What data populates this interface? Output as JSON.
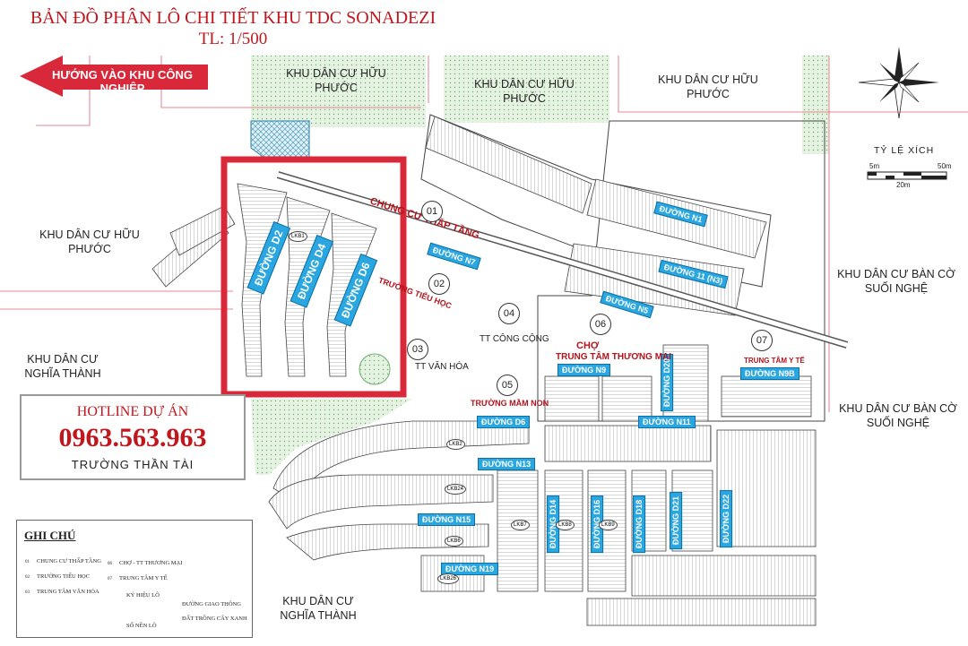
{
  "title": {
    "line1": "BẢN ĐỒ PHÂN LÔ CHI TIẾT KHU TDC SONADEZI",
    "line2": "TL: 1/500"
  },
  "direction_arrow": "HƯỚNG VÀO KHU CÔNG NGHIỆP",
  "zones": {
    "huu_phuoc_1": "KHU DÂN CƯ HỮU PHƯỚC",
    "huu_phuoc_2": "KHU DÂN CƯ HỮU PHƯỚC",
    "huu_phuoc_3": "KHU DÂN CƯ HỮU PHƯỚC",
    "huu_phuoc_left": "KHU DÂN CƯ HỮU PHƯỚC",
    "ban_co_1a": "KHU DÂN CƯ BÀN CỜ",
    "ban_co_1b": "SUỐI NGHỆ",
    "ban_co_2a": "KHU DÂN CƯ BÀN CỜ",
    "ban_co_2b": "SUỐI NGHỆ",
    "nghia_thanh_1a": "KHU DÂN CƯ",
    "nghia_thanh_1b": "NGHĨA THÀNH",
    "nghia_thanh_2a": "KHU DÂN CƯ",
    "nghia_thanh_2b": "NGHĨA THÀNH"
  },
  "roads": {
    "d2": "ĐƯỜNG D2",
    "d4": "ĐƯỜNG D4",
    "d6": "ĐƯỜNG D6",
    "n1": "ĐƯỜNG N1",
    "n7": "ĐƯỜNG N7",
    "n11": "ĐƯỜNG 11 (N3)",
    "n5": "ĐƯỜNG N5",
    "n9": "ĐƯỜNG N9",
    "n9b": "ĐƯỜNG N9B",
    "d20": "ĐƯỜNG D20",
    "d6b": "ĐƯỜNG D6",
    "n11b": "ĐƯỜNG N11",
    "n13": "ĐƯỜNG N13",
    "n15": "ĐƯỜNG N15",
    "n19": "ĐƯỜNG N19",
    "d14": "ĐƯỜNG D14",
    "d16": "ĐƯỜNG D16",
    "d18": "ĐƯỜNG D18",
    "d21": "ĐƯỜNG D21",
    "d22": "ĐƯỜNG D22"
  },
  "facilities": {
    "chung_cu": "CHUNG CƯ THẤP TẦNG",
    "truong_tieu_hoc": "TRƯỜNG TIỂU HỌC",
    "tt_cong_cong": "TT CÔNG CỘNG",
    "tt_van_hoa": "TT VĂN HÓA",
    "truong_mam_non": "TRƯỜNG MẦM NON",
    "cho": "CHỢ",
    "tt_thuong_mai": "TRUNG TÂM THƯƠNG MẠI",
    "trung_tam_y_te": "TRUNG TÂM Y TẾ"
  },
  "circle_numbers": [
    "01",
    "02",
    "03",
    "04",
    "05",
    "06",
    "07"
  ],
  "lot_labels": [
    "LKB1",
    "LKB2",
    "LKB24",
    "LKB7",
    "LKB8",
    "LKB9",
    "LKB6",
    "LKB26"
  ],
  "hotline": {
    "label": "HOTLINE DỰ ÁN",
    "phone": "0963.563.963",
    "name": "TRƯỜNG THẦN TÀI"
  },
  "legend": {
    "title": "GHI CHÚ",
    "items": [
      "CHUNG CƯ THẤP TẦNG",
      "TRƯỜNG TIỂU HỌC",
      "TRUNG TÂM VĂN HÓA",
      "CHỢ - TT THƯƠNG MẠI",
      "TRUNG TÂM Y TẾ",
      "KÝ HIỆU LÔ",
      "SỐ NỀN LÔ",
      "ĐƯỜNG GIAO THÔNG",
      "ĐẤT TRỒNG CÂY XANH"
    ],
    "codes": [
      "01",
      "02",
      "03",
      "06",
      "07"
    ]
  },
  "scale": {
    "title": "TỶ LỆ XÍCH",
    "t1": "5m",
    "t2": "50m",
    "t3": "20m"
  },
  "colors": {
    "road_blue": "#2aa6e0",
    "highlight_red": "#d8283a",
    "green": "#cfe8cc",
    "title_red": "#c0161c"
  }
}
